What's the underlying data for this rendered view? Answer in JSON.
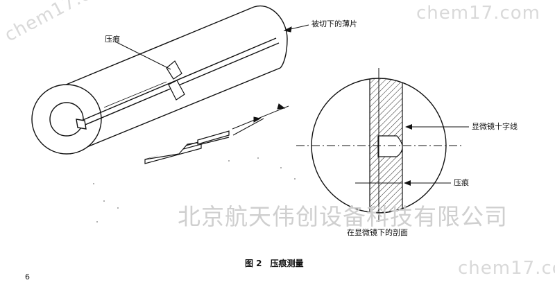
{
  "labels": {
    "indentation_top": "压痕",
    "sliced_thin_section": "被切下的薄片",
    "microscope_crosshair": "显微镜十字线",
    "indentation_right": "压痕",
    "section_under_microscope": "在显微镜下的剖面"
  },
  "caption": {
    "figure_number": "图 2",
    "figure_title": "压痕测量"
  },
  "page_number": "6",
  "watermarks": {
    "company": "北京航天伟创设备科技有限公司",
    "site_top": "chem17.com",
    "site_left": "chem17.com",
    "site_bottom": "chem17.com"
  }
}
